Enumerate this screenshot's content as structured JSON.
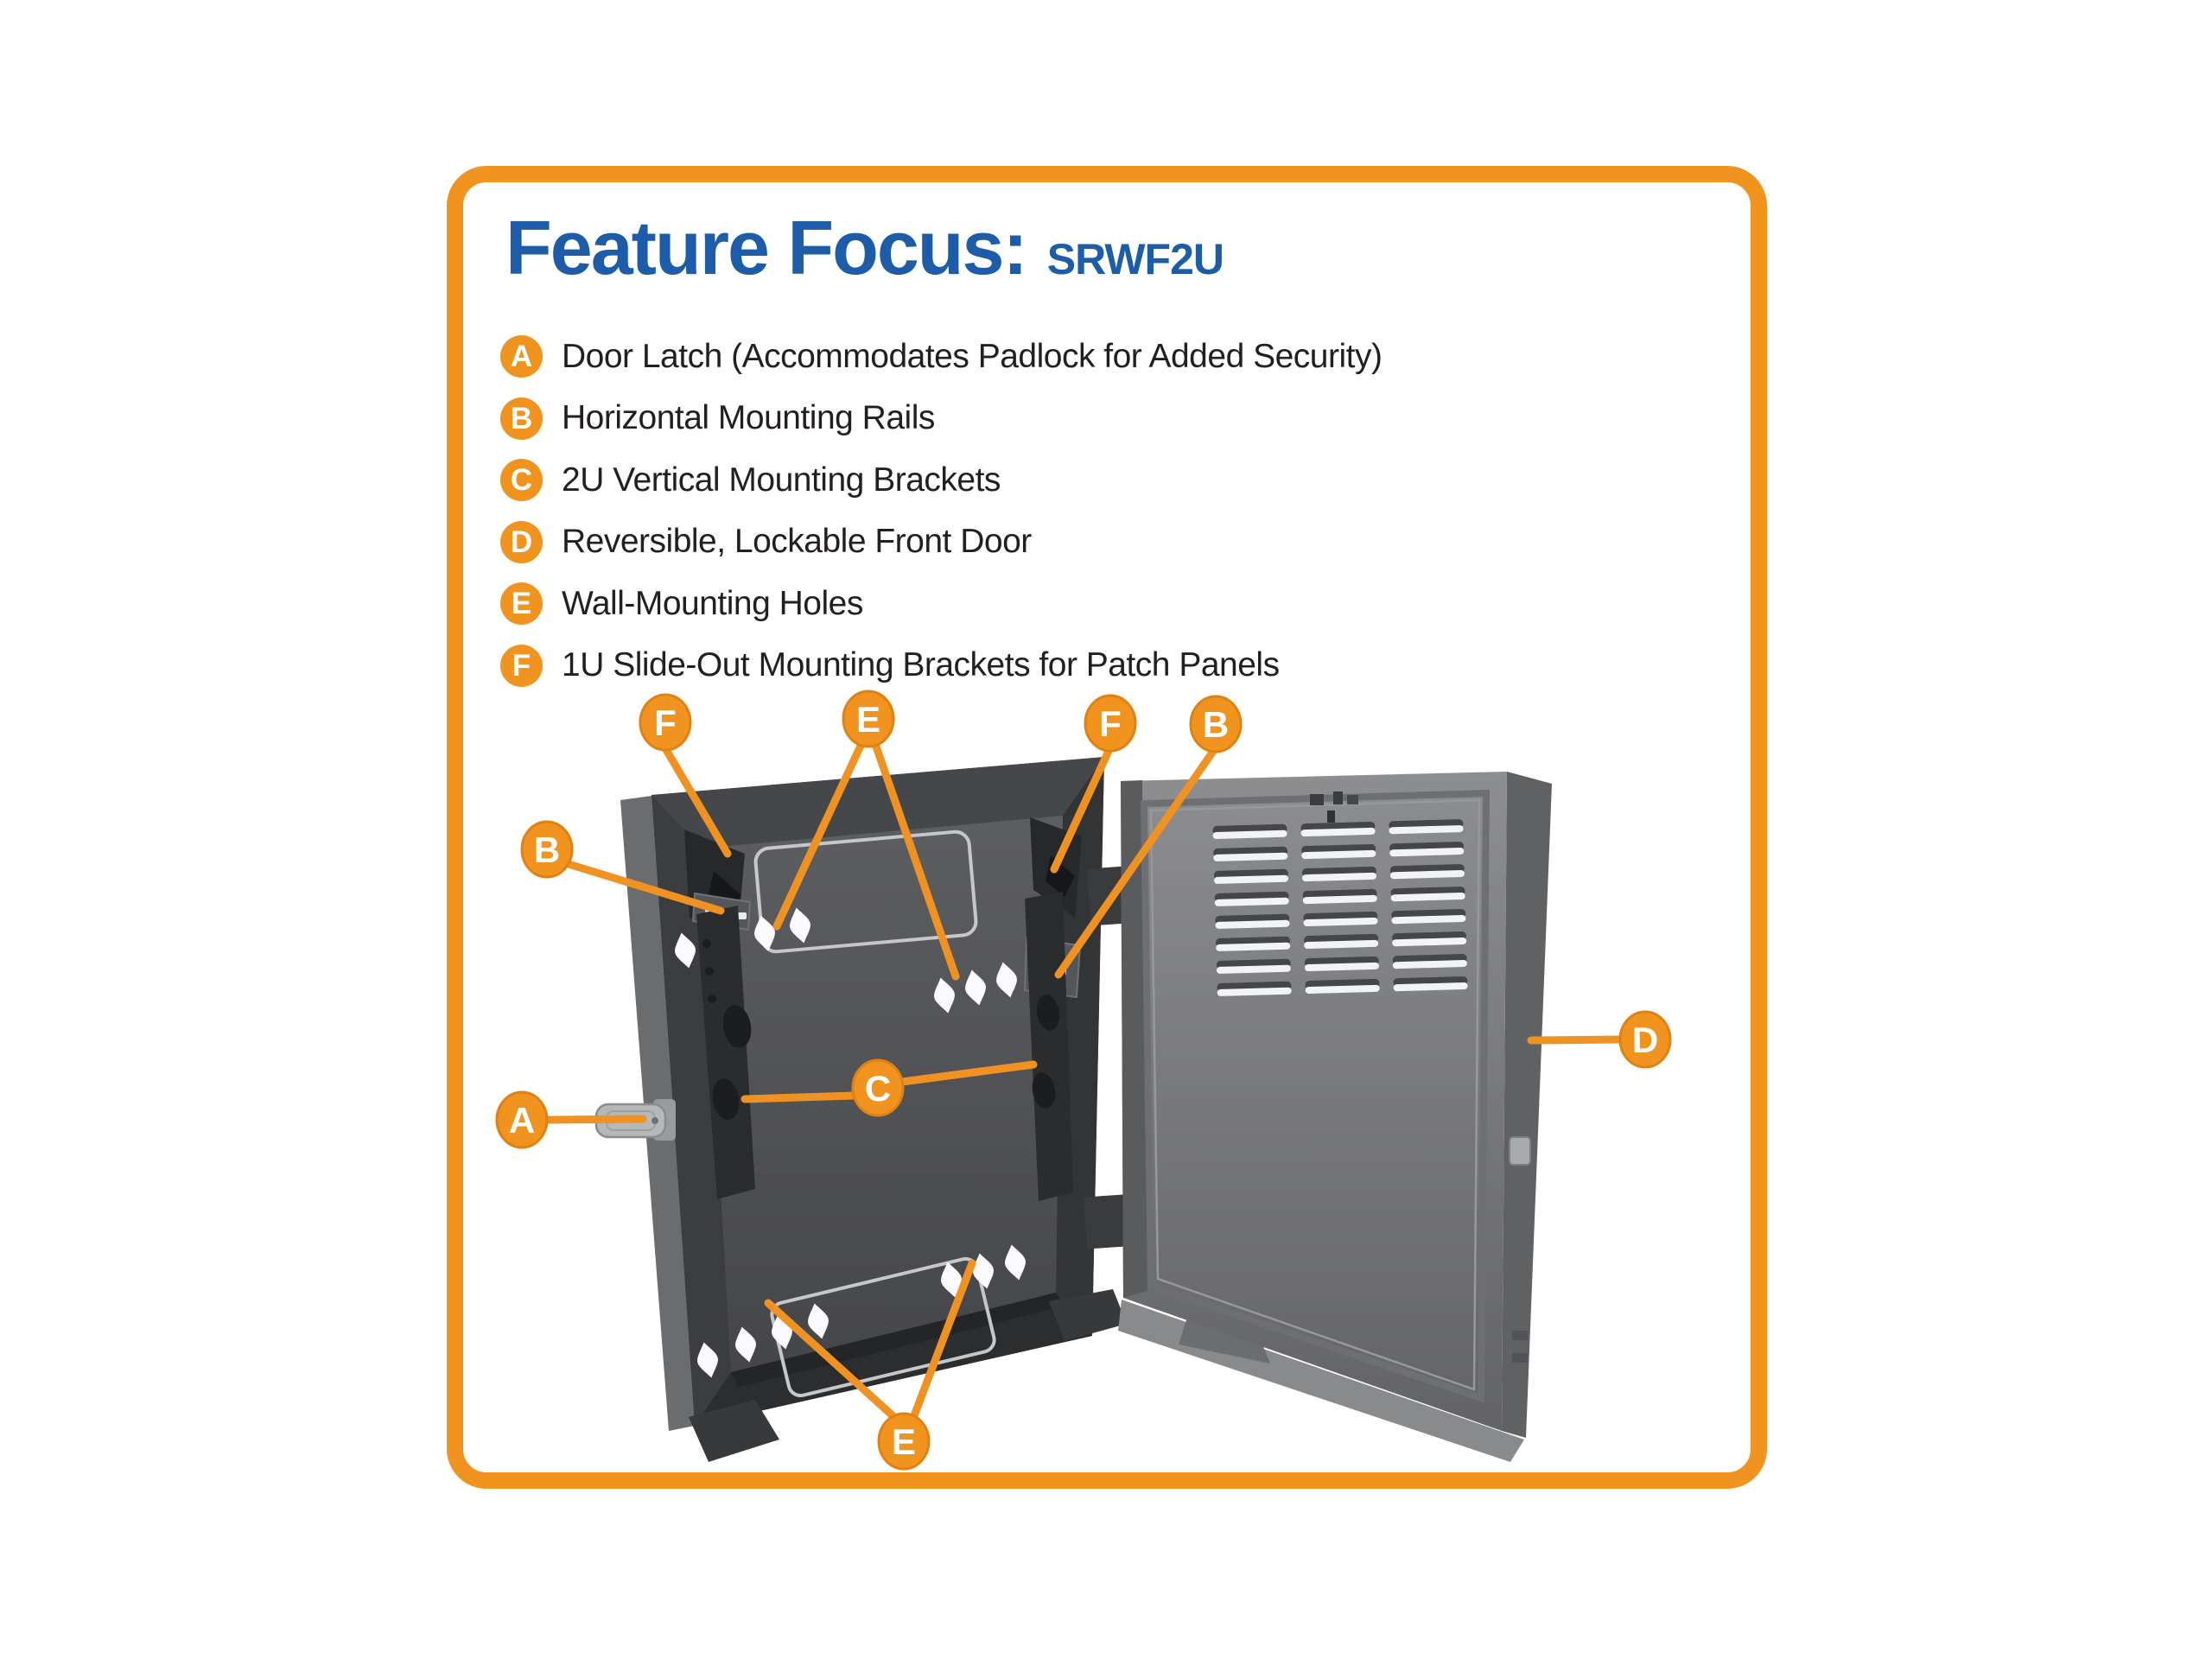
{
  "page": {
    "background_color": "#FFFFFF",
    "accent_orange": "#F0941F",
    "title_blue": "#1C5CA8",
    "text_color": "#231F20"
  },
  "header": {
    "title": "Feature Focus:",
    "model": "SRWF2U"
  },
  "features": [
    {
      "letter": "A",
      "label": "Door Latch (Accommodates Padlock for Added Security)"
    },
    {
      "letter": "B",
      "label": "Horizontal Mounting Rails"
    },
    {
      "letter": "C",
      "label": "2U Vertical Mounting Brackets"
    },
    {
      "letter": "D",
      "label": "Reversible, Lockable Front Door"
    },
    {
      "letter": "E",
      "label": "Wall-Mounting Holes"
    },
    {
      "letter": "F",
      "label": "1U Slide-Out Mounting Brackets for Patch Panels"
    }
  ],
  "diagram": {
    "callouts": [
      {
        "id": "F-top-left",
        "letter": "F"
      },
      {
        "id": "E-top",
        "letter": "E"
      },
      {
        "id": "F-top-right",
        "letter": "F"
      },
      {
        "id": "B-top-right",
        "letter": "B"
      },
      {
        "id": "B-left",
        "letter": "B"
      },
      {
        "id": "A-door-latch",
        "letter": "A"
      },
      {
        "id": "C-center",
        "letter": "C"
      },
      {
        "id": "D-front-door",
        "letter": "D"
      },
      {
        "id": "E-bottom",
        "letter": "E"
      }
    ]
  }
}
